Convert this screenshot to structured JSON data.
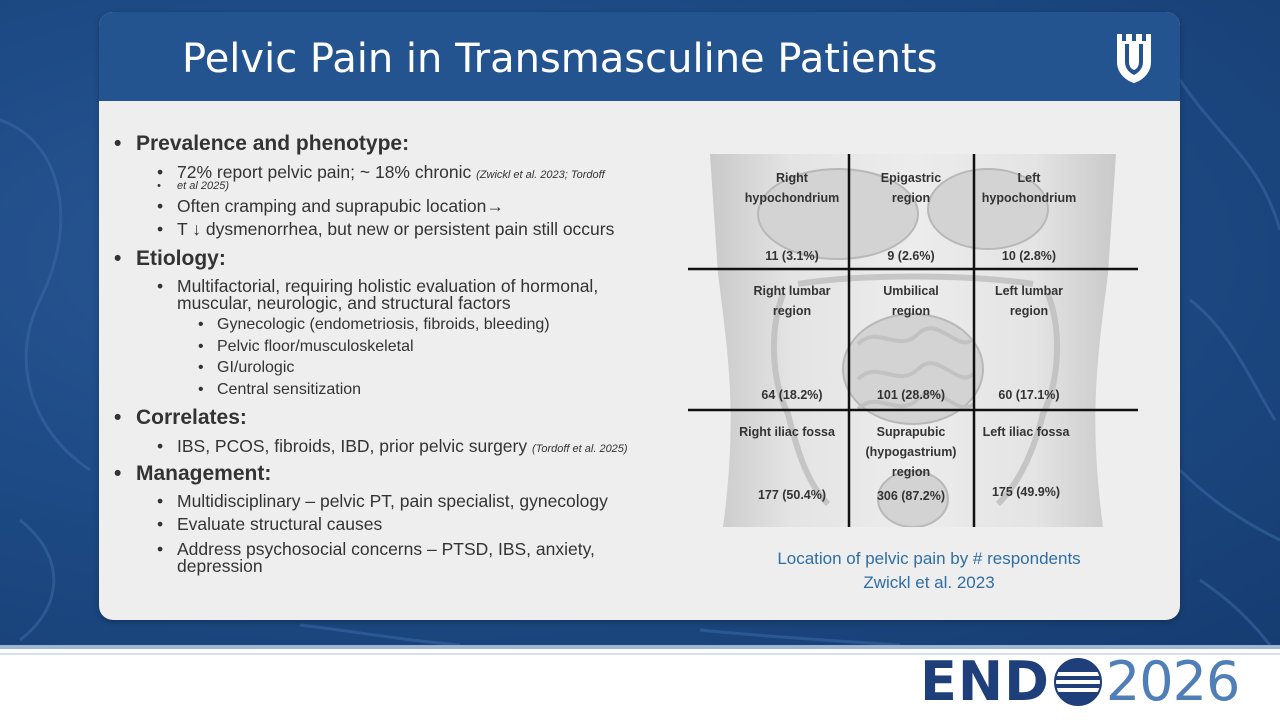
{
  "slide": {
    "title": "Pelvic Pain in Transmasculine Patients",
    "title_bar_color": "#235490",
    "accent_text_color": "#2e6ea4"
  },
  "bullets": {
    "prevalence": {
      "heading": "Prevalence and phenotype:",
      "items": [
        {
          "text": "72% report pelvic pain; ~ 18% chronic ",
          "cite": "(Zwickl et al. 2023; Tordoff",
          "cite2": "et al 2025)"
        },
        {
          "text": "Often cramping and suprapubic location→"
        },
        {
          "text": "T ↓ dysmenorrhea, but new or persistent pain still occurs"
        }
      ]
    },
    "etiology": {
      "heading": "Etiology:",
      "item_line1": "Multifactorial, requiring holistic evaluation of hormonal,",
      "item_line2": "muscular, neurologic, and structural factors",
      "sub_items": [
        "Gynecologic (endometriosis, fibroids, bleeding)",
        "Pelvic floor/musculoskeletal",
        "GI/urologic",
        "Central sensitization"
      ]
    },
    "correlates": {
      "heading": "Correlates:",
      "item": "IBS, PCOS, fibroids, IBD, prior pelvic surgery ",
      "cite": "(Tordoff et al. 2025)"
    },
    "management": {
      "heading": "Management:",
      "items": [
        "Multidisciplinary – pelvic PT, pain specialist, gynecology",
        "Evaluate structural causes"
      ],
      "item3_line1": "Address psychosocial concerns – PTSD, IBS, anxiety,",
      "item3_line2": "depression"
    }
  },
  "diagram": {
    "regions": [
      {
        "label_line1": "Right",
        "label_line2": "hypochondrium",
        "value": "11 (3.1%)"
      },
      {
        "label_line1": "Epigastric",
        "label_line2": "region",
        "value": "9 (2.6%)"
      },
      {
        "label_line1": "Left",
        "label_line2": "hypochondrium",
        "value": "10 (2.8%)"
      },
      {
        "label_line1": "Right lumbar",
        "label_line2": "region",
        "value": "64 (18.2%)"
      },
      {
        "label_line1": "Umbilical",
        "label_line2": "region",
        "value": "101 (28.8%)"
      },
      {
        "label_line1": "Left lumbar",
        "label_line2": "region",
        "value": "60 (17.1%)"
      },
      {
        "label_line1": "Right iliac fossa",
        "label_line2": "",
        "value": "177 (50.4%)"
      },
      {
        "label_line1": "Suprapubic",
        "label_line2": "(hypogastrium)",
        "label_line3": "region",
        "value": "306 (87.2%)"
      },
      {
        "label_line1": "Left iliac fossa",
        "label_line2": "",
        "value": "175 (49.9%)"
      }
    ],
    "caption_line1": "Location of pelvic pain by # respondents",
    "caption_line2": "Zwickl et al. 2023"
  },
  "footer": {
    "logo_left": "END",
    "logo_year": "2026",
    "logo_colors": {
      "end": "#1e3f7a",
      "year": "#4f7fb6"
    }
  }
}
